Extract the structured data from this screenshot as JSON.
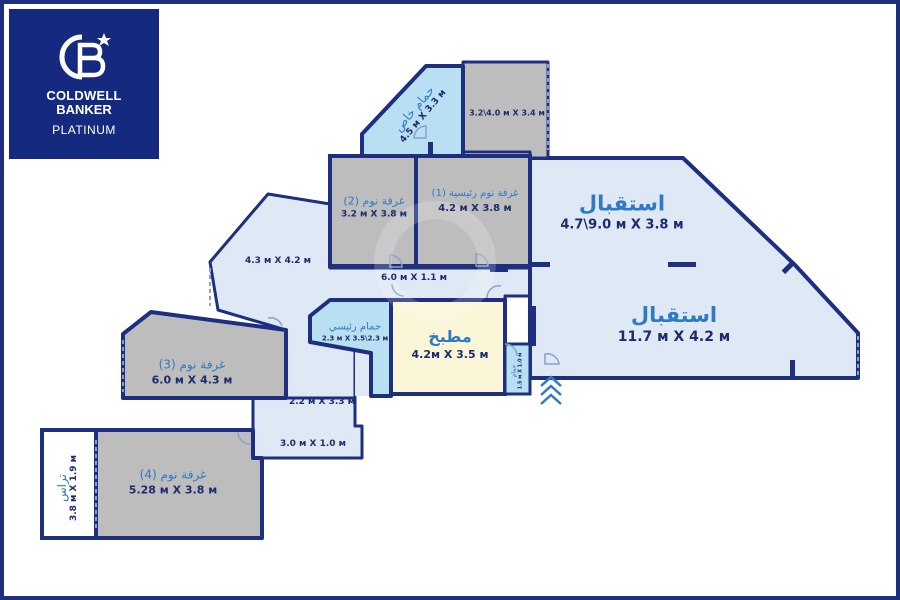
{
  "brand": {
    "monogram": "CB",
    "line1": "COLDWELL",
    "line2": "BANKER",
    "line3": "PLATINUM"
  },
  "rooms": {
    "private_bath": {
      "name": "حمام خاص",
      "dim": "4.5 м X 3.3 м"
    },
    "closet": {
      "dim": "3.2\\4.0 м X 3.4 м"
    },
    "bedroom2": {
      "name": "غرفة نوم (2)",
      "dim": "3.2 м X 3.8 м"
    },
    "master_bedroom": {
      "name": "غرفة نوم رئيسية (1)",
      "dim": "4.2 м X 3.8 м"
    },
    "reception1": {
      "name": "استقبال",
      "dim": "4.7\\9.0 м X 3.8 м"
    },
    "reception2": {
      "name": "استقبال",
      "dim": "11.7 м X 4.2 м"
    },
    "hall_main": {
      "dim": "4.3 м X 4.2 м"
    },
    "corridor1": {
      "dim": "6.0 м X 1.1 м"
    },
    "main_bath": {
      "name": "حمام رئيسي",
      "dim": "2.3 м X 3.5\\2.3 м"
    },
    "kitchen": {
      "name": "مطبخ",
      "dim": "4.2м X 3.5 м"
    },
    "guest_wc": {
      "name": "حمام",
      "dim": "1.5 м X 1.0 м"
    },
    "bedroom3": {
      "name": "غرفة نوم (3)",
      "dim": "6.0 м X 4.3 м"
    },
    "hall2": {
      "dim": "2.2 м X 3.3 м"
    },
    "corridor2": {
      "dim": "3.0 м X 1.0 м"
    },
    "bedroom4": {
      "name": "غرفة نوم (4)",
      "dim": "5.28 м X 3.8 м"
    },
    "terrace": {
      "name": "تراس",
      "dim": "3.8 м X 1.9 м"
    }
  },
  "colors": {
    "wall": "#1e2f82",
    "floor": "#dfe9f5",
    "bedroom": "#bdbdbd",
    "bath": "#b9dff2",
    "kitchen": "#fbf6d8",
    "arabic_text": "#2f79c7",
    "dim_text": "#1e2b6e"
  }
}
